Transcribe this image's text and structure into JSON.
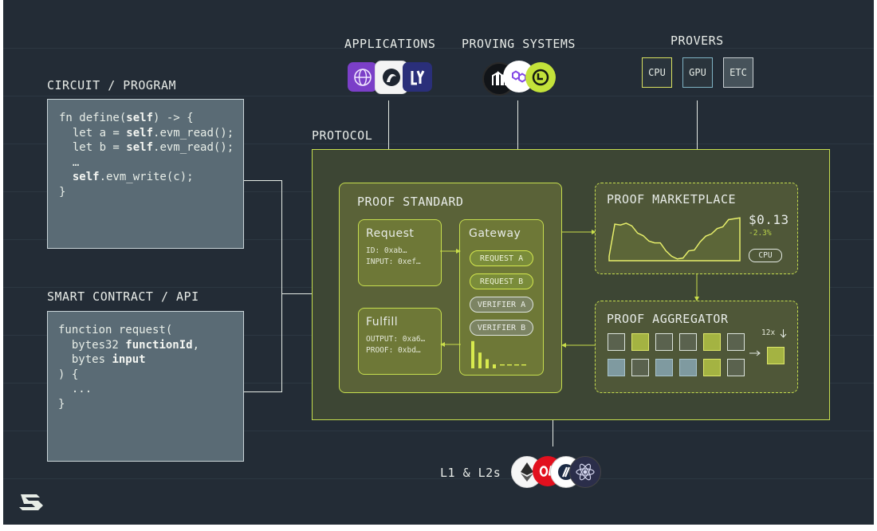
{
  "labels": {
    "applications": "APPLICATIONS",
    "proving_systems": "PROVING SYSTEMS",
    "provers": "PROVERS",
    "circuit_program": "CIRCUIT / PROGRAM",
    "smart_contract_api": "SMART CONTRACT / API",
    "protocol": "PROTOCOL",
    "l1_l2s": "L1 & L2s"
  },
  "circuit_code": [
    {
      "pre": "fn define(",
      "kw": "self",
      "post": ") -> {"
    },
    {
      "pre": "  let a = ",
      "kw": "self",
      "post": ".evm_read();"
    },
    {
      "pre": "  let b = ",
      "kw": "self",
      "post": ".evm_read();"
    },
    {
      "pre": "  …",
      "kw": "",
      "post": ""
    },
    {
      "pre": "  ",
      "kw": "self",
      "post": ".evm_write(c);"
    },
    {
      "pre": "}",
      "kw": "",
      "post": ""
    }
  ],
  "contract_code": [
    {
      "pre": "function request(",
      "kw": "",
      "post": ""
    },
    {
      "pre": "  bytes32 ",
      "kw": "functionId",
      "post": ","
    },
    {
      "pre": "  bytes ",
      "kw": "input",
      "post": ""
    },
    {
      "pre": ") {",
      "kw": "",
      "post": ""
    },
    {
      "pre": "  ...",
      "kw": "",
      "post": ""
    },
    {
      "pre": "}",
      "kw": "",
      "post": ""
    }
  ],
  "provers": {
    "cpu": "CPU",
    "gpu": "GPU",
    "etc": "ETC"
  },
  "proof_standard": {
    "title": "PROOF STANDARD",
    "request": {
      "title": "Request",
      "id": "ID: 0xab…",
      "input": "INPUT: 0xef…"
    },
    "fulfill": {
      "title": "Fulfill",
      "output": "OUTPUT: 0xa6…",
      "proof": "PROOF: 0xbd…"
    },
    "gateway": {
      "title": "Gateway",
      "pills": [
        "REQUEST A",
        "REQUEST B",
        "VERIFIER A",
        "VERIFIER B"
      ]
    },
    "bars": [
      0.95,
      0.55,
      0.32,
      0.14,
      0.14,
      0.14,
      0.14,
      0.14
    ]
  },
  "marketplace": {
    "title": "PROOF MARKETPLACE",
    "price": "$0.13",
    "change": "-2.3%",
    "badge": "CPU",
    "series": [
      0.1,
      0.82,
      0.8,
      0.84,
      0.78,
      0.62,
      0.56,
      0.44,
      0.4,
      0.4,
      0.22,
      0.1,
      0.04,
      0.06,
      0.22,
      0.24,
      0.42,
      0.55,
      0.6,
      0.72,
      0.76,
      0.92,
      0.94,
      0.96
    ]
  },
  "aggregator": {
    "title": "PROOF AGGREGATOR",
    "factor": "12x",
    "row1": [
      "dark",
      "lime",
      "dark",
      "dark",
      "lime",
      "dark"
    ],
    "row2": [
      "blue",
      "dark",
      "blue",
      "blue",
      "lime",
      "dark"
    ]
  },
  "colors": {
    "background": "#232c36",
    "accent": "#c6de4e",
    "code_box": "#5a6b75",
    "change": "#b8d24a"
  }
}
